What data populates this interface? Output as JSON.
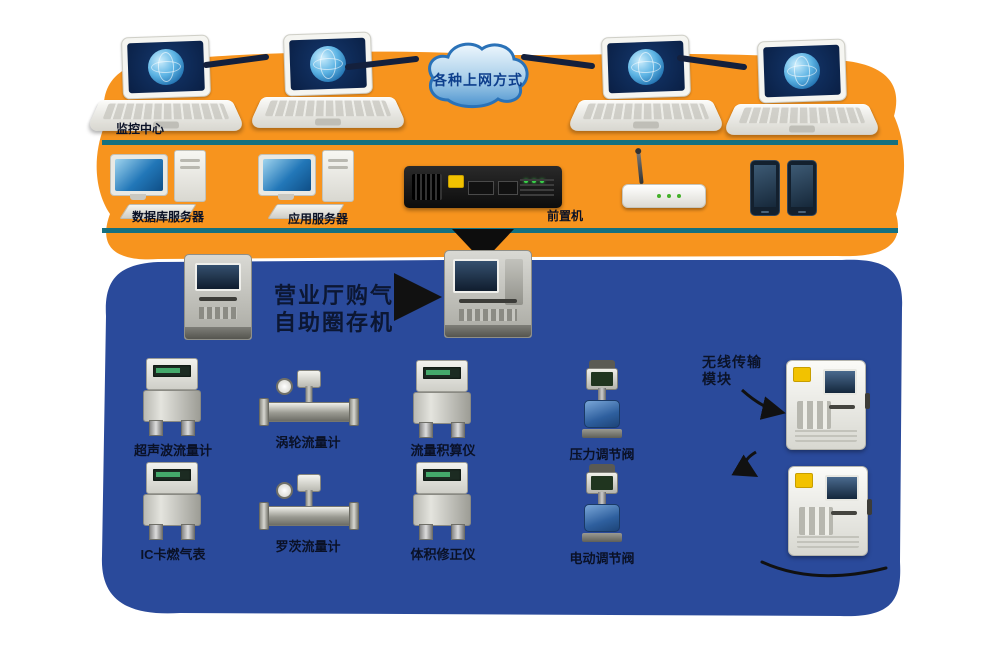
{
  "background": {
    "orange": "#F7941E",
    "blue": "#2A4A9B",
    "teal_line": "#15707F",
    "cloud_accent": "#2A72B8"
  },
  "cloud": {
    "label": "各种上网方式"
  },
  "top_row": {
    "laptop1_label": "监控中心"
  },
  "server_row": {
    "db_label": "数据库服务器",
    "app_label": "应用服务器",
    "front_label": "前置机"
  },
  "kiosk_section": {
    "headline_line1": "营业厅购气",
    "headline_line2": "自助圈存机"
  },
  "field_row1": {
    "items": [
      {
        "label": "超声波流量计"
      },
      {
        "label": "涡轮流量计"
      },
      {
        "label": "流量积算仪"
      },
      {
        "label": "压力调节阀"
      }
    ]
  },
  "field_row2": {
    "items": [
      {
        "label": "IC卡燃气表"
      },
      {
        "label": "罗茨流量计"
      },
      {
        "label": "体积修正仪"
      },
      {
        "label": "电动调节阀"
      }
    ]
  },
  "right_column": {
    "header_line1": "无线传输",
    "header_line2": "模块"
  }
}
